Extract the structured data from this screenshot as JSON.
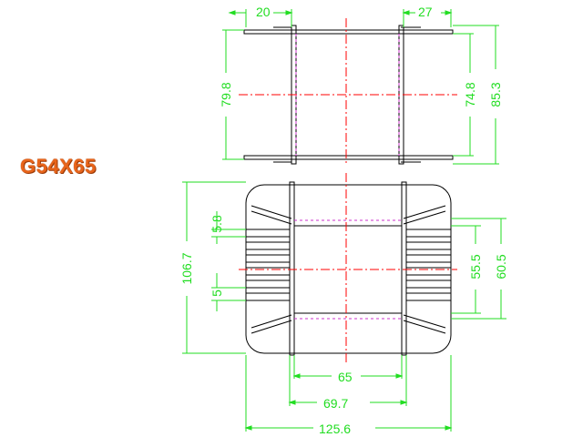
{
  "title": "G54X65",
  "colors": {
    "outline": "#000000",
    "dimension": "#22dd22",
    "centerline": "#ff0000",
    "hidden": "#cc33cc",
    "title": "#e8641a"
  },
  "dimensions": {
    "top_flange_left": "20",
    "top_flange_right": "27",
    "top_height_left": "79.8",
    "top_inner_right": "74.8",
    "top_height_right": "85.3",
    "slot_pitch_upper": "5.8",
    "slot_pitch_lower": "5",
    "overall_height": "106.7",
    "window_inner": "55.5",
    "window_outer": "60.5",
    "base_inner": "65",
    "base_mid": "69.7",
    "base_overall": "125.6"
  }
}
